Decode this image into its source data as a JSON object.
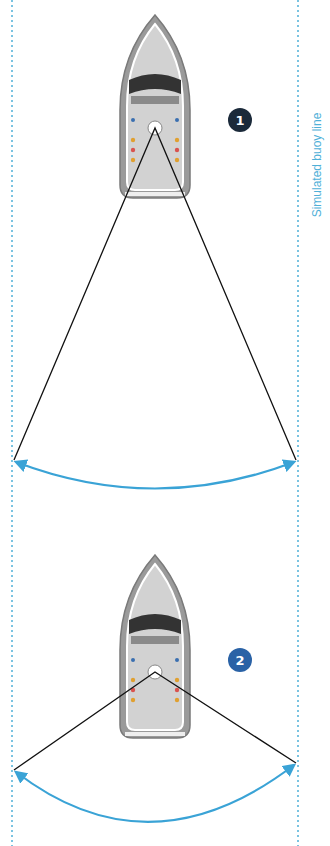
{
  "diagram": {
    "nodes": [
      {
        "text": [
          "1"
        ]
      },
      {
        "text": [
          "2"
        ]
      }
    ],
    "labels": [
      "Simulated buoy line"
    ]
  }
}
